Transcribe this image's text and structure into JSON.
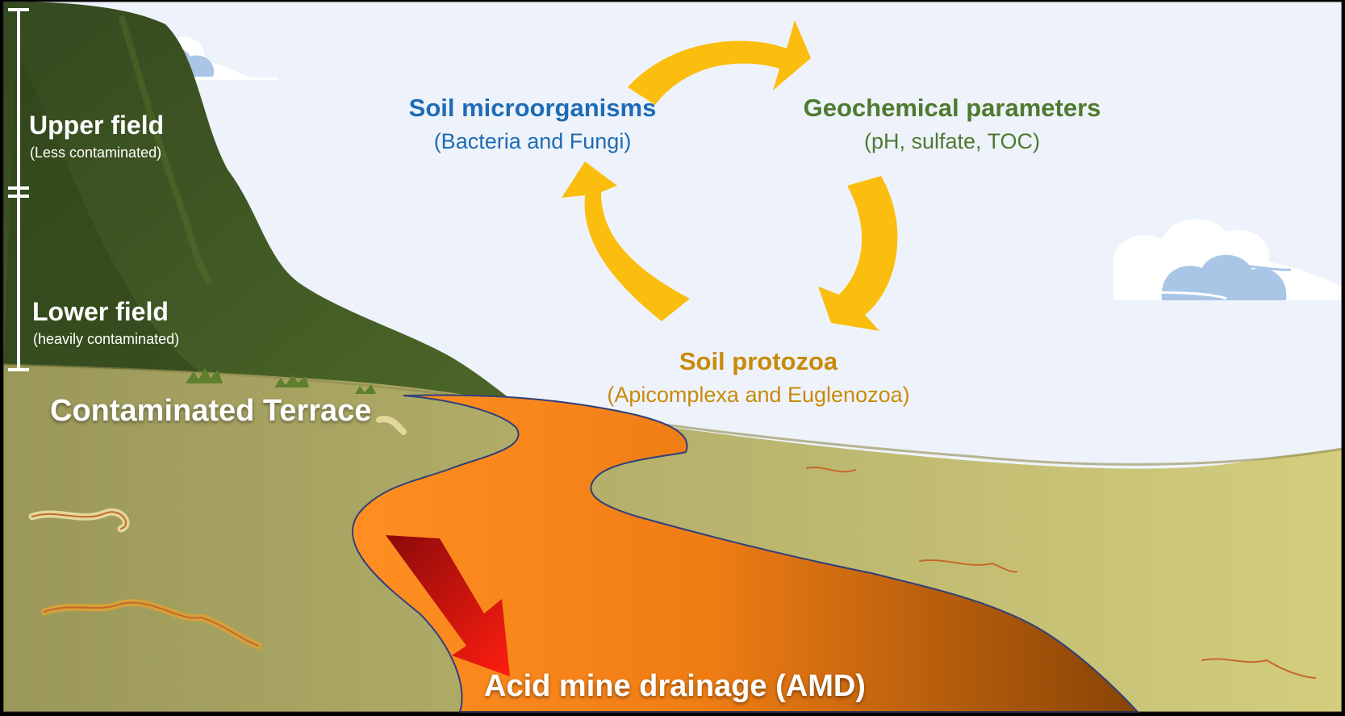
{
  "colors": {
    "sky": "#eef3fb",
    "hill_dark": "#3c5524",
    "hill_mid": "#4f6a2c",
    "ground_left": "#9c9a5a",
    "ground_right": "#cfc97a",
    "river_light": "#ff8a1c",
    "river_dark": "#8a4706",
    "cycle_arrow": "#fbbd0e",
    "flow_arrow": "#e01f10",
    "microbes_text": "#1f6bb5",
    "geochem_text": "#4e7a2e",
    "protozoa_text": "#c98a0a",
    "white_text": "#ffffff"
  },
  "field_scale": {
    "upper": {
      "title": "Upper field",
      "subtitle": "(Less contaminated)"
    },
    "lower": {
      "title": "Lower field",
      "subtitle": "(heavily contaminated)"
    }
  },
  "terrace_label": "Contaminated Terrace",
  "amd_label": "Acid mine drainage (AMD)",
  "cycle": {
    "microorganisms": {
      "title": "Soil microorganisms",
      "subtitle": "(Bacteria and Fungi)"
    },
    "geochemical": {
      "title": "Geochemical parameters",
      "subtitle": "(pH, sulfate, TOC)"
    },
    "protozoa": {
      "title": "Soil protozoa",
      "subtitle": "(Apicomplexa and Euglenozoa)"
    }
  },
  "icons": [
    "cloud-icon",
    "cycle-arrow-icon",
    "flow-arrow-icon"
  ]
}
